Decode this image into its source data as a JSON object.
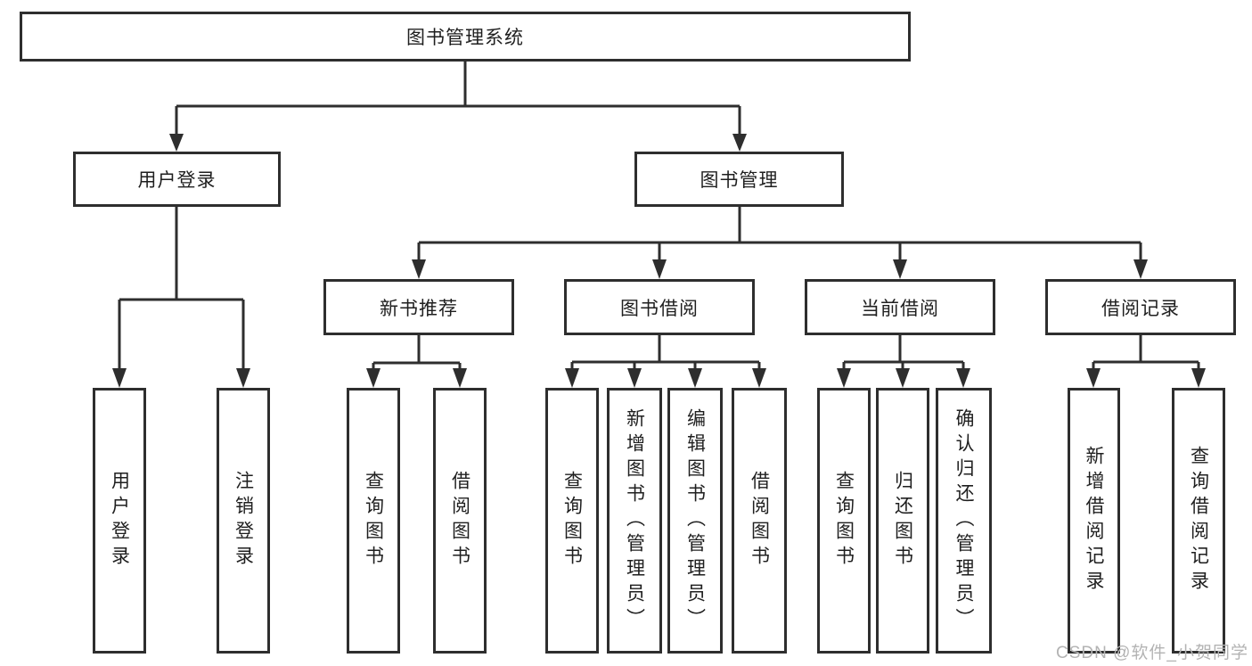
{
  "tree": {
    "root": "图书管理系统",
    "user_branch": {
      "label": "用户登录",
      "children": [
        "用户登录",
        "注销登录"
      ]
    },
    "book_branch": {
      "label": "图书管理",
      "groups": [
        {
          "label": "新书推荐",
          "children": [
            "查询图书",
            "借阅图书"
          ]
        },
        {
          "label": "图书借阅",
          "children": [
            "查询图书",
            "新增图书（管理员）",
            "编辑图书（管理员）",
            "借阅图书"
          ]
        },
        {
          "label": "当前借阅",
          "children": [
            "查询图书",
            "归还图书",
            "确认归还（管理员）"
          ]
        },
        {
          "label": "借阅记录",
          "children": [
            "新增借阅记录",
            "查询借阅记录"
          ]
        }
      ]
    }
  },
  "colors": {
    "line": "#2e2e2e",
    "text": "#1f1f1f",
    "watermark": "#b3b3b3"
  },
  "watermark": "CSDN @软件_小贺同学"
}
